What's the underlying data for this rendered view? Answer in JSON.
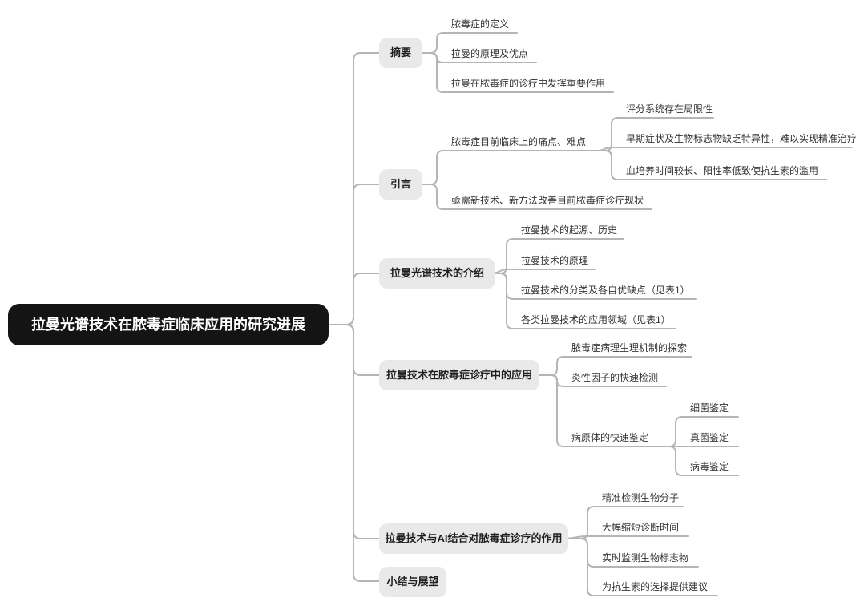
{
  "mindmap": {
    "root": {
      "label": "拉曼光谱技术在脓毒症临床应用的研究进展"
    },
    "topics": [
      {
        "label": "摘要",
        "children": [
          {
            "label": "脓毒症的定义"
          },
          {
            "label": "拉曼的原理及优点"
          },
          {
            "label": "拉曼在脓毒症的诊疗中发挥重要作用"
          }
        ]
      },
      {
        "label": "引言",
        "children": [
          {
            "label": "脓毒症目前临床上的痛点、难点",
            "children": [
              {
                "label": "评分系统存在局限性"
              },
              {
                "label": "早期症状及生物标志物缺乏特异性，难以实现精准治疗"
              },
              {
                "label": "血培养时间较长、阳性率低致使抗生素的滥用"
              }
            ]
          },
          {
            "label": "亟需新技术、新方法改善目前脓毒症诊疗现状"
          }
        ]
      },
      {
        "label": "拉曼光谱技术的介绍",
        "children": [
          {
            "label": "拉曼技术的起源、历史"
          },
          {
            "label": "拉曼技术的原理"
          },
          {
            "label": "拉曼技术的分类及各自优缺点（见表1）"
          },
          {
            "label": "各类拉曼技术的应用领域（见表1）"
          }
        ]
      },
      {
        "label": "拉曼技术在脓毒症诊疗中的应用",
        "children": [
          {
            "label": "脓毒症病理生理机制的探索"
          },
          {
            "label": "炎性因子的快速检测"
          },
          {
            "label": "病原体的快速鉴定",
            "children": [
              {
                "label": "细菌鉴定"
              },
              {
                "label": "真菌鉴定"
              },
              {
                "label": "病毒鉴定"
              }
            ]
          }
        ]
      },
      {
        "label": "拉曼技术与AI结合对脓毒症诊疗的作用",
        "children": [
          {
            "label": "精准检测生物分子"
          },
          {
            "label": "大幅缩短诊断时间"
          },
          {
            "label": "实时监测生物标志物"
          },
          {
            "label": "为抗生素的选择提供建议"
          }
        ]
      },
      {
        "label": "小结与展望",
        "children": []
      }
    ],
    "colors": {
      "root_bg": "#141414",
      "root_text": "#ffffff",
      "topic_bg": "#e9e9e9",
      "topic_text": "#1f1f1f",
      "leaf_text": "#333333",
      "connector": "#b5b5b5",
      "background": "#ffffff"
    }
  }
}
